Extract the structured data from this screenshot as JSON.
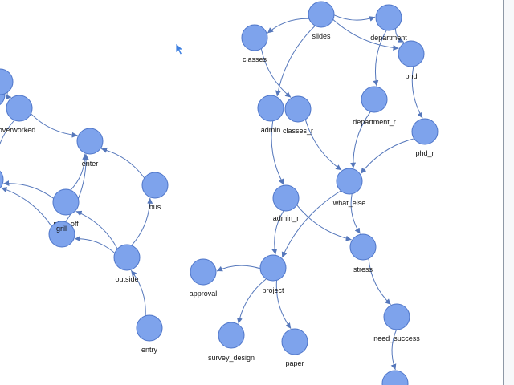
{
  "colors": {
    "node_fill": "#7ea3ec",
    "node_stroke": "#4f76c9",
    "edge": "#5577bb",
    "label": "#111111",
    "cursor": "#3d7fe0"
  },
  "cursor_icon": "mouse-pointer-icon",
  "nodes": [
    {
      "id": "slides",
      "label": "slides"
    },
    {
      "id": "department",
      "label": "department"
    },
    {
      "id": "classes",
      "label": "classes"
    },
    {
      "id": "phd",
      "label": "phd"
    },
    {
      "id": "admin",
      "label": "admin"
    },
    {
      "id": "classes_r",
      "label": "classes_r"
    },
    {
      "id": "department_r",
      "label": "department_r"
    },
    {
      "id": "phd_r",
      "label": "phd_r"
    },
    {
      "id": "what_else",
      "label": "what_else"
    },
    {
      "id": "admin_r",
      "label": "admin_r"
    },
    {
      "id": "stress",
      "label": "stress"
    },
    {
      "id": "project",
      "label": "project"
    },
    {
      "id": "approval",
      "label": "approval"
    },
    {
      "id": "need_success",
      "label": "need_success"
    },
    {
      "id": "survey_design",
      "label": "survey_design"
    },
    {
      "id": "paper",
      "label": "paper"
    },
    {
      "id": "overworked",
      "label": "overworked"
    },
    {
      "id": "enter",
      "label": "enter"
    },
    {
      "id": "bus",
      "label": "bus"
    },
    {
      "id": "play_off",
      "label": "play_off"
    },
    {
      "id": "grill",
      "label": "grill"
    },
    {
      "id": "outside",
      "label": "outside"
    },
    {
      "id": "entry",
      "label": "entry"
    },
    {
      "id": "partial_left",
      "label": "e"
    },
    {
      "id": "offscreen_left",
      "label": ""
    },
    {
      "id": "offscreen_bottom",
      "label": ""
    },
    {
      "id": "offscreen_top",
      "label": ""
    }
  ],
  "edges": [
    {
      "from": "slides",
      "to": "department"
    },
    {
      "from": "slides",
      "to": "classes"
    },
    {
      "from": "slides",
      "to": "phd"
    },
    {
      "from": "slides",
      "to": "admin"
    },
    {
      "from": "department",
      "to": "phd"
    },
    {
      "from": "department",
      "to": "department_r"
    },
    {
      "from": "classes",
      "to": "classes_r"
    },
    {
      "from": "phd",
      "to": "phd_r"
    },
    {
      "from": "classes_r",
      "to": "what_else"
    },
    {
      "from": "department_r",
      "to": "what_else"
    },
    {
      "from": "phd_r",
      "to": "what_else"
    },
    {
      "from": "admin",
      "to": "admin_r"
    },
    {
      "from": "what_else",
      "to": "stress"
    },
    {
      "from": "what_else",
      "to": "project"
    },
    {
      "from": "admin_r",
      "to": "stress"
    },
    {
      "from": "admin_r",
      "to": "project"
    },
    {
      "from": "project",
      "to": "approval"
    },
    {
      "from": "project",
      "to": "survey_design"
    },
    {
      "from": "project",
      "to": "paper"
    },
    {
      "from": "stress",
      "to": "need_success"
    },
    {
      "from": "need_success",
      "to": "offscreen_bottom"
    },
    {
      "from": "outside",
      "to": "play_off"
    },
    {
      "from": "outside",
      "to": "grill"
    },
    {
      "from": "outside",
      "to": "bus"
    },
    {
      "from": "entry",
      "to": "outside"
    },
    {
      "from": "bus",
      "to": "enter"
    },
    {
      "from": "play_off",
      "to": "enter"
    },
    {
      "from": "grill",
      "to": "enter"
    },
    {
      "from": "play_off",
      "to": "offscreen_left"
    },
    {
      "from": "grill",
      "to": "offscreen_left"
    },
    {
      "from": "overworked",
      "to": "enter"
    },
    {
      "from": "overworked",
      "to": "offscreen_left"
    },
    {
      "from": "offscreen_top",
      "to": "overworked"
    }
  ]
}
